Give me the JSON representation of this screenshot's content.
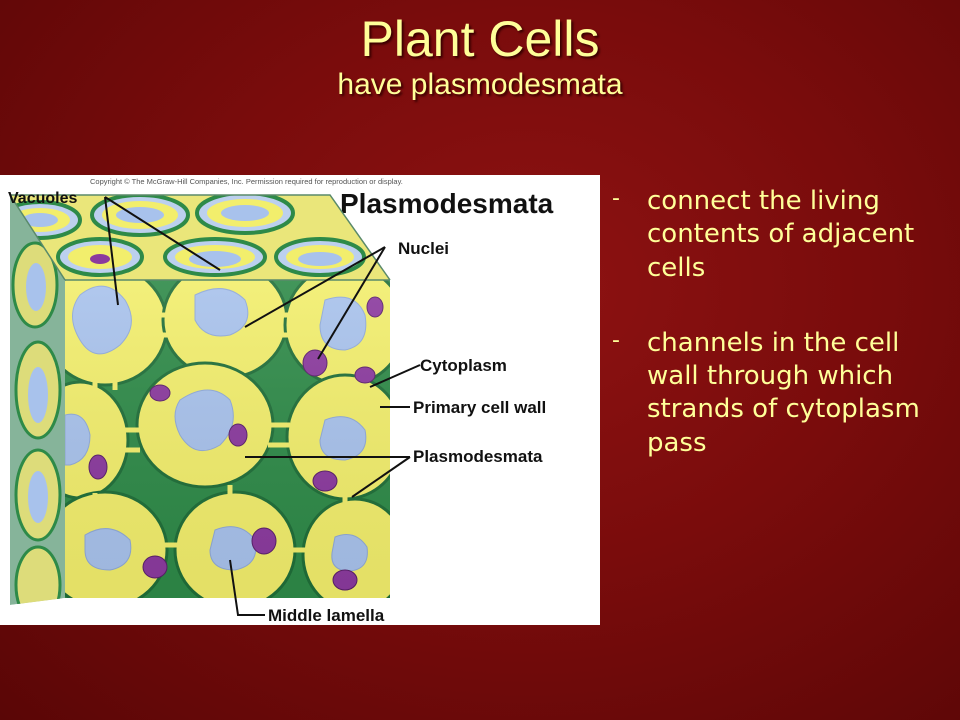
{
  "slide": {
    "title": "Plant Cells",
    "subtitle": "have plasmodesmata",
    "bullets": [
      {
        "marker": "-",
        "text": "connect the living contents of adjacent cells"
      },
      {
        "marker": "-",
        "text": "channels in the cell wall through which strands of cytoplasm pass"
      }
    ]
  },
  "figure": {
    "copyright": "Copyright © The McGraw-Hill Companies, Inc. Permission required for reproduction or display.",
    "heading": "Plasmodesmata",
    "labels": {
      "vacuoles": "Vacuoles",
      "nuclei": "Nuclei",
      "cytoplasm": "Cytoplasm",
      "primary_cell_wall": "Primary cell wall",
      "plasmodesmata": "Plasmodesmata",
      "middle_lamella": "Middle lamella"
    }
  },
  "colors": {
    "background": "#7a0c0c",
    "title_text": "#ffff99",
    "cytoplasm": "#f2ee6c",
    "wall": "#2e8a48",
    "vacuole": "#aac4ec",
    "nucleus": "#8b3a9e"
  }
}
